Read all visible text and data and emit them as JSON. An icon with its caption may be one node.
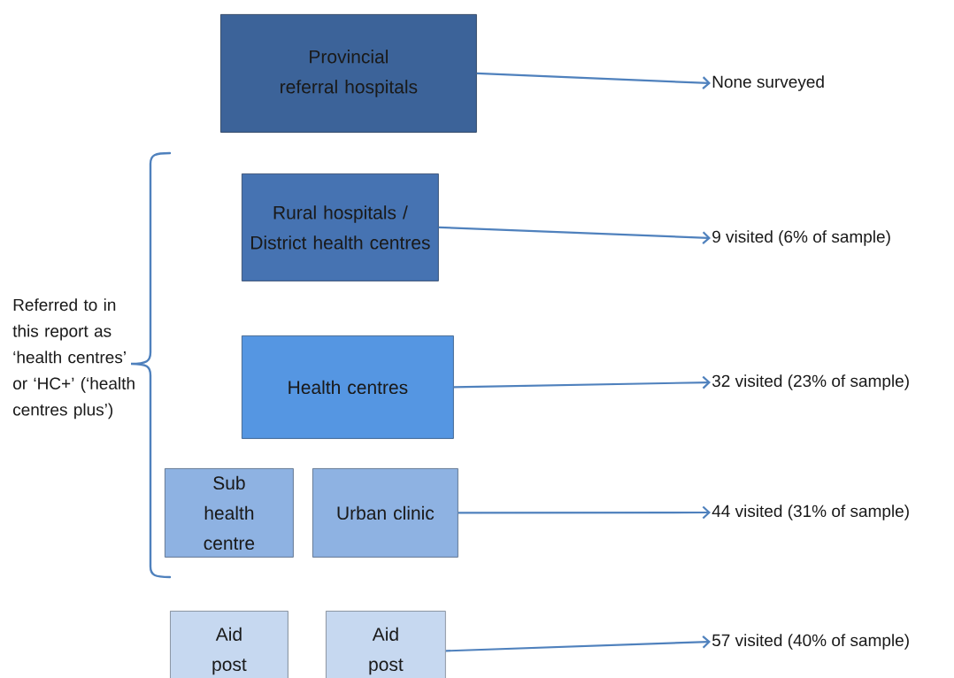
{
  "diagram": {
    "nodes": [
      {
        "text": [
          "Provincial referral hospitals"
        ]
      },
      {
        "text": [
          "Rural hospitals / District health centres"
        ]
      },
      {
        "text": [
          "Health centres"
        ]
      },
      {
        "text": [
          "Sub health centre"
        ]
      },
      {
        "text": [
          "Urban clinic"
        ]
      },
      {
        "text": [
          "Aid post"
        ]
      },
      {
        "text": [
          "Aid post"
        ]
      },
      {
        "text": [
          "None surveyed"
        ]
      },
      {
        "text": [
          "9 visited (6% of sample)"
        ]
      },
      {
        "text": [
          "32 visited (23% of sample)"
        ]
      },
      {
        "text": [
          "44 visited (31% of sample)"
        ]
      },
      {
        "text": [
          "57 visited (40% of sample)"
        ]
      }
    ],
    "edges": [
      {
        "from": 0,
        "to": 7,
        "arrow": "to"
      },
      {
        "from": 1,
        "to": 8,
        "arrow": "to"
      },
      {
        "from": 2,
        "to": 9,
        "arrow": "to"
      },
      {
        "from": 4,
        "to": 10,
        "arrow": "to"
      },
      {
        "from": 6,
        "to": 11,
        "arrow": "to"
      }
    ],
    "labels": [
      "Referred to in this report as ‘health centres’ or ‘HC+’ (‘health centres plus’)"
    ]
  }
}
